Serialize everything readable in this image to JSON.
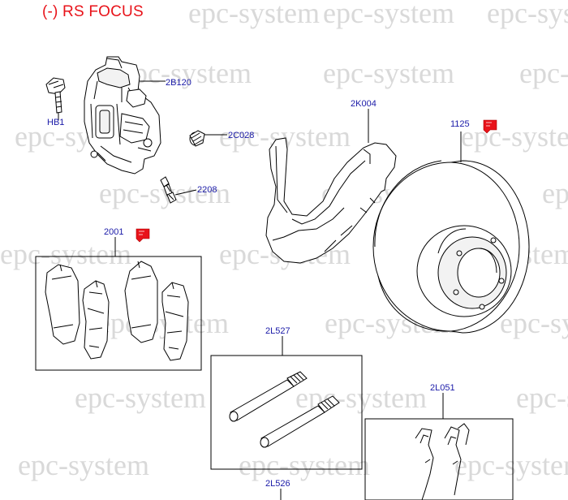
{
  "title": "(-) RS FOCUS",
  "watermark": "epc-system",
  "colors": {
    "title": "#e8131a",
    "label": "#1a1aa8",
    "watermark": "#d9d9d9",
    "flag": "#e8131a"
  },
  "labels": {
    "hb1": "HB1",
    "p2b120": "2B120",
    "p2c028": "2C028",
    "p2208": "2208",
    "p2k004": "2K004",
    "p1125": "1125",
    "p2001": "2001",
    "p2l527": "2L527",
    "p2l051": "2L051",
    "p2l526": "2L526"
  },
  "icons": {
    "flag": "red-note-flag-icon"
  }
}
